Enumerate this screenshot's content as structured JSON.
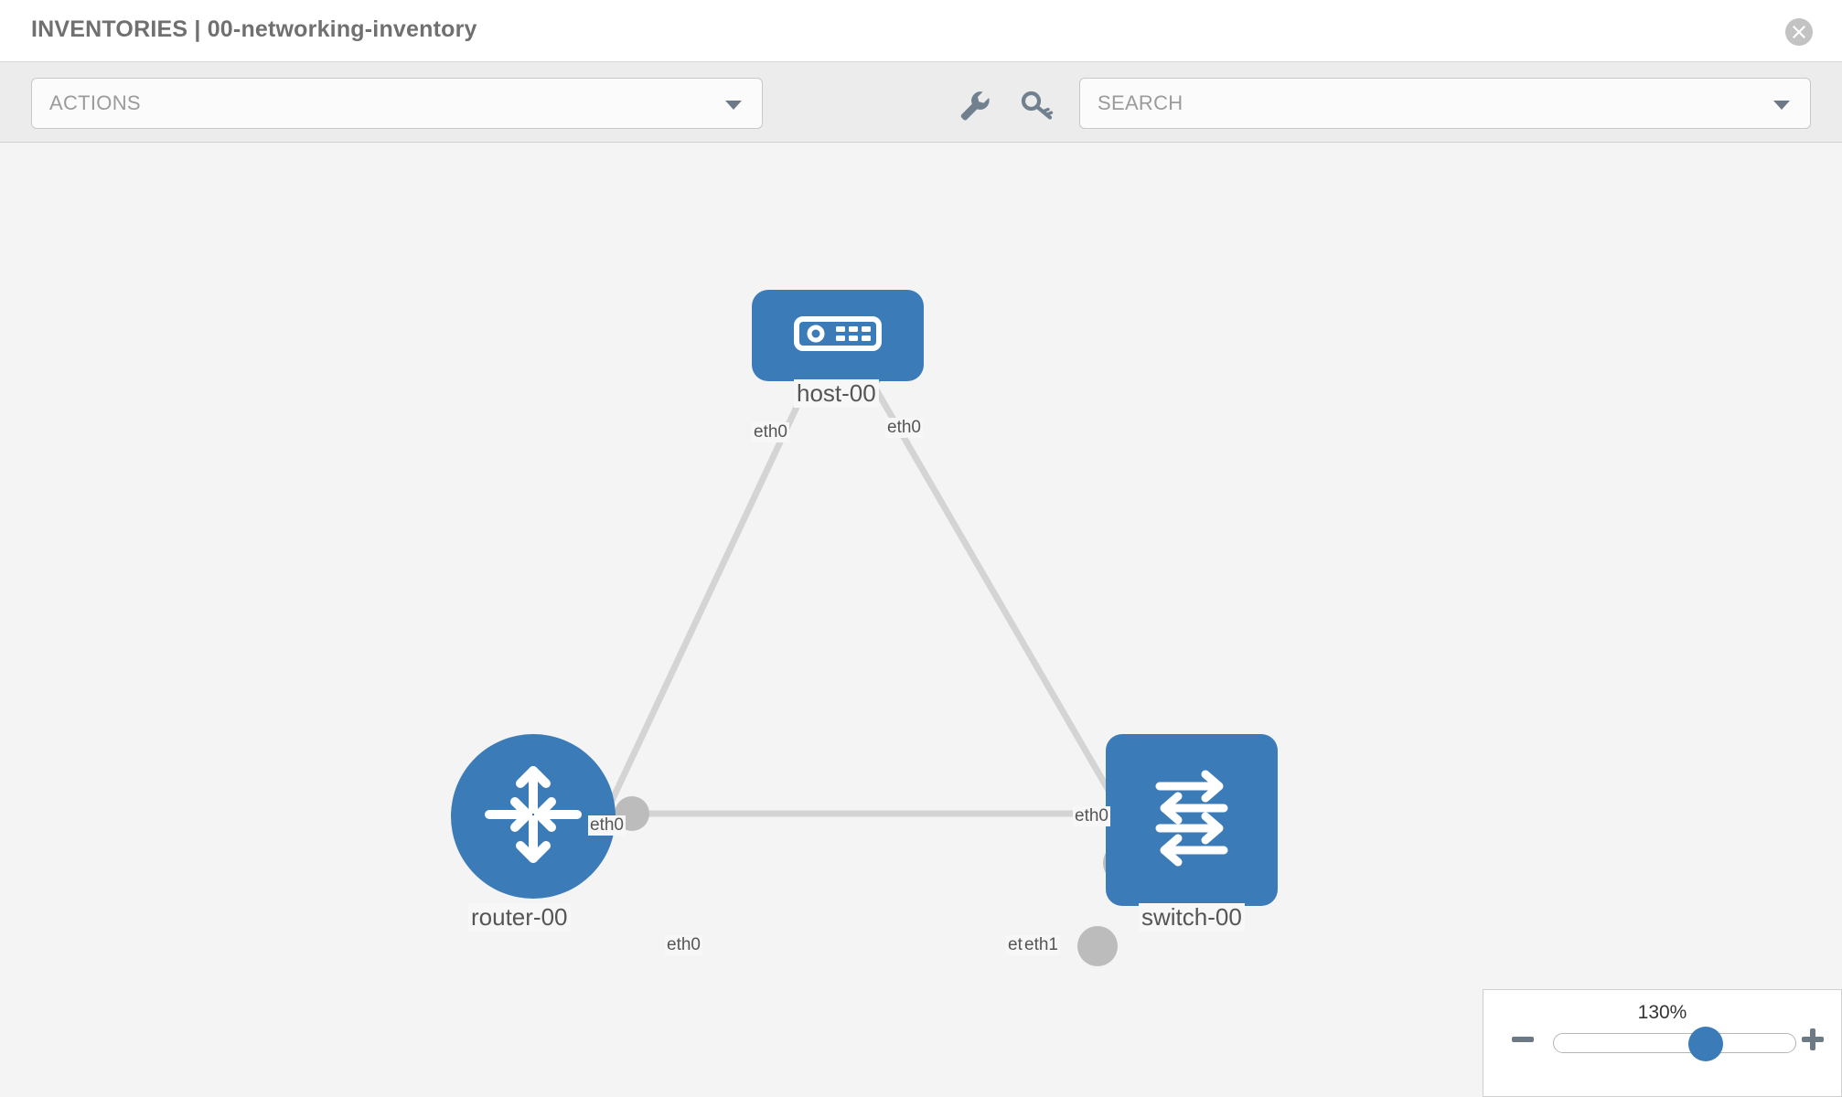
{
  "header": {
    "title": "INVENTORIES | 00-networking-inventory",
    "close_icon": "close-circle-icon"
  },
  "toolbar": {
    "actions_label": "ACTIONS",
    "actions_caret_icon": "chevron-down-icon",
    "wrench_icon": "wrench-icon",
    "key_icon": "key-icon",
    "search_placeholder": "SEARCH",
    "search_caret_icon": "chevron-down-icon"
  },
  "topology": {
    "nodes": [
      {
        "id": "host-00",
        "label": "host-00",
        "icon": "server-icon",
        "shape": "rounded",
        "color": "#3b7cb8"
      },
      {
        "id": "router-00",
        "label": "router-00",
        "icon": "router-icon",
        "shape": "circle",
        "color": "#3b7cb8"
      },
      {
        "id": "switch-00",
        "label": "switch-00",
        "icon": "switch-icon",
        "shape": "rounded",
        "color": "#3b7cb8"
      }
    ],
    "interfaces": {
      "host_left": "eth0",
      "host_right": "eth0",
      "router_up": "eth0",
      "switch_up": "eth0",
      "router_right": "eth0",
      "switch_left_back": "eth0",
      "switch_left_front": "eth1"
    },
    "links": [
      {
        "from": "host-00",
        "from_iface": "eth0",
        "to": "router-00",
        "to_iface": "eth0"
      },
      {
        "from": "host-00",
        "from_iface": "eth0",
        "to": "switch-00",
        "to_iface": "eth0"
      },
      {
        "from": "router-00",
        "from_iface": "eth0",
        "to": "switch-00",
        "to_iface": "eth1"
      }
    ]
  },
  "zoom_control": {
    "value": "130%",
    "minus_icon": "minus-icon",
    "plus_icon": "plus-icon",
    "slider_position_percent": 63
  }
}
